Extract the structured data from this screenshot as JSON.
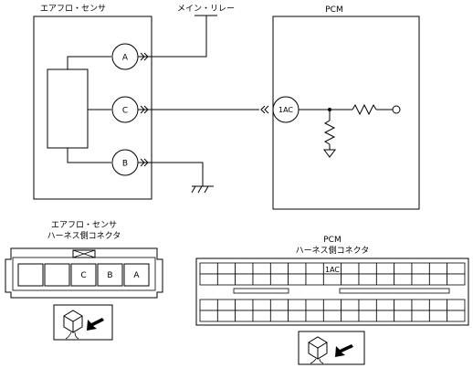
{
  "labels": {
    "airflow_sensor": "エアフロ・センサ",
    "main_relay": "メイン・リレー",
    "pcm": "PCM",
    "airflow_harness_line1": "エアフロ・センサ",
    "airflow_harness_line2": "ハーネス側コネクタ",
    "pcm_harness_line1": "PCM",
    "pcm_harness_line2": "ハーネス側コネクタ"
  },
  "pins": {
    "sensor_a": "A",
    "sensor_c": "C",
    "sensor_b": "B",
    "pcm_1ac": "1AC"
  },
  "airflow_connector": {
    "cells": [
      "",
      "",
      "C",
      "B",
      "A"
    ]
  },
  "pcm_connector": {
    "highlight_label": "1AC"
  }
}
